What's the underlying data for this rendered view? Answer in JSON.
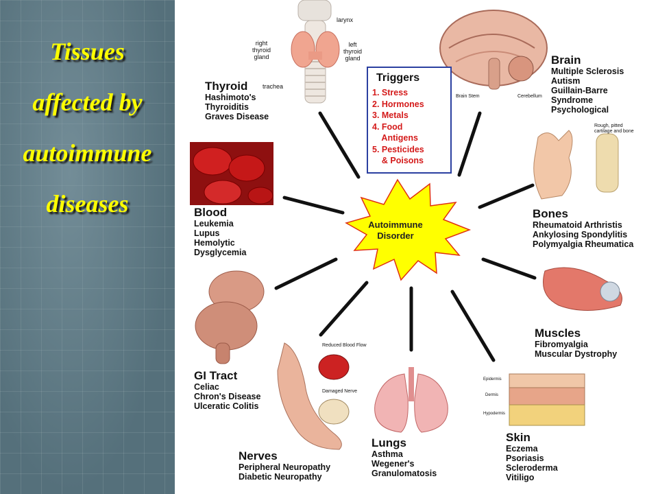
{
  "slide_title": [
    "Tissues",
    "affected by",
    "autoimmune",
    "diseases"
  ],
  "center": {
    "line1": "Autoimmune",
    "line2": "Disorder"
  },
  "triggers": {
    "title": "Triggers",
    "items": [
      "1. Stress",
      "2. Hormones",
      "3. Metals",
      "4. Food",
      "    Antigens",
      "5. Pesticides",
      "    & Poisons"
    ]
  },
  "thyroid": {
    "name": "Thyroid",
    "items": [
      "Hashimoto's",
      "Thyroiditis",
      "Graves Disease"
    ],
    "annotations": {
      "larynx": "larynx",
      "right": "right\nthyroid\ngland",
      "left": "left\nthyroid\ngland",
      "trachea": "trachea"
    }
  },
  "brain": {
    "name": "Brain",
    "items": [
      "Multiple Sclerosis",
      "Autism",
      "Guillain-Barre",
      "Syndrome",
      "Psychological"
    ],
    "annotations": {
      "stem": "Brain Stem",
      "cerebellum": "Cerebellum"
    }
  },
  "blood": {
    "name": "Blood",
    "items": [
      "Leukemia",
      "Lupus",
      "Hemolytic",
      "Dysglycemia"
    ]
  },
  "bones": {
    "name": "Bones",
    "items": [
      "Rheumatoid Arthristis",
      "Ankylosing Spondylitis",
      "Polymyalgia Rheumatica"
    ],
    "annotations": {
      "cartilage": "Rough, pitted\ncartilage and bone"
    }
  },
  "gi": {
    "name": "GI Tract",
    "items": [
      "Celiac",
      "Chron's Disease",
      "Ulceratic Colitis"
    ]
  },
  "muscles": {
    "name": "Muscles",
    "items": [
      "Fibromyalgia",
      "Muscular Dystrophy"
    ]
  },
  "nerves": {
    "name": "Nerves",
    "items": [
      "Peripheral Neuropathy",
      "Diabetic Neuropathy"
    ],
    "annotations": {
      "flow": "Reduced Blood Flow",
      "damaged": "Damaged Nerve"
    }
  },
  "lungs": {
    "name": "Lungs",
    "items": [
      "Asthma",
      "Wegener's",
      "Granulomatosis"
    ]
  },
  "skin": {
    "name": "Skin",
    "items": [
      "Eczema",
      "Psoriasis",
      "Scleroderma",
      "Vitiligo"
    ],
    "annotations": {
      "epidermis": "Epidermis",
      "dermis": "Dermis",
      "hypodermis": "Hypodermis"
    }
  },
  "colors": {
    "title": "#ffff00",
    "star": "#ffff00",
    "star_stroke": "#e03010",
    "trigger_text": "#d41a1a",
    "box_border": "#2a3fa0"
  }
}
